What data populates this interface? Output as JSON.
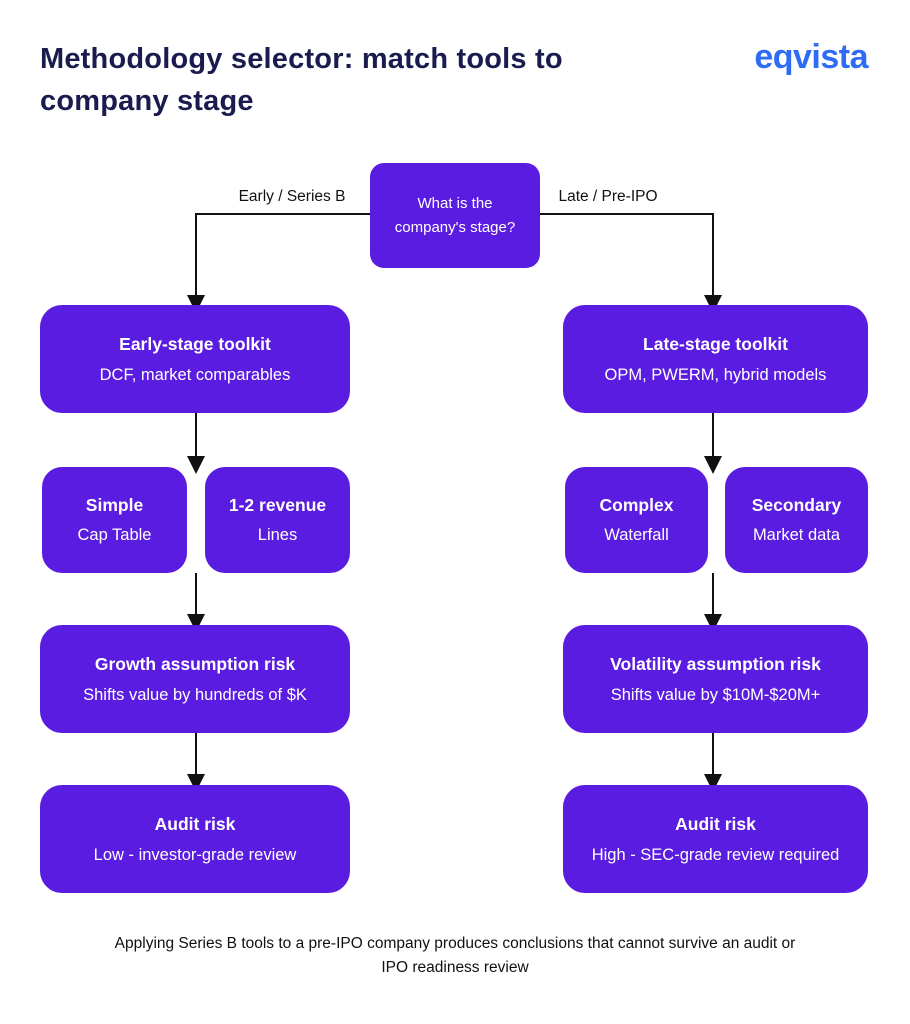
{
  "page": {
    "title": "Methodology selector: match tools to company stage",
    "logo": "eqvista",
    "caption": "Applying Series B tools to a pre-IPO company produces conclusions that cannot survive an audit or IPO readiness review"
  },
  "root": {
    "question": "What is the company's stage?"
  },
  "branches": {
    "left_label": "Early / Series B",
    "right_label": "Late / Pre-IPO"
  },
  "left": {
    "toolkit": {
      "title": "Early-stage toolkit",
      "subtitle": "DCF, market comparables"
    },
    "small1": {
      "title": "Simple",
      "subtitle": "Cap Table"
    },
    "small2": {
      "title": "1-2 revenue",
      "subtitle": "Lines"
    },
    "risk": {
      "title": "Growth assumption risk",
      "subtitle": "Shifts value by hundreds of $K"
    },
    "audit": {
      "title": "Audit risk",
      "subtitle": "Low - investor-grade review"
    }
  },
  "right": {
    "toolkit": {
      "title": "Late-stage toolkit",
      "subtitle": "OPM, PWERM, hybrid models"
    },
    "small1": {
      "title": "Complex",
      "subtitle": "Waterfall"
    },
    "small2": {
      "title": "Secondary",
      "subtitle": "Market data"
    },
    "risk": {
      "title": "Volatility assumption risk",
      "subtitle": "Shifts value by $10M-$20M+"
    },
    "audit": {
      "title": "Audit risk",
      "subtitle": "High - SEC-grade review required"
    }
  },
  "colors": {
    "purple": "#5A1CE0",
    "title_navy": "#1A1B4E",
    "logo_blue": "#2E6CF6",
    "line_black": "#111111"
  }
}
